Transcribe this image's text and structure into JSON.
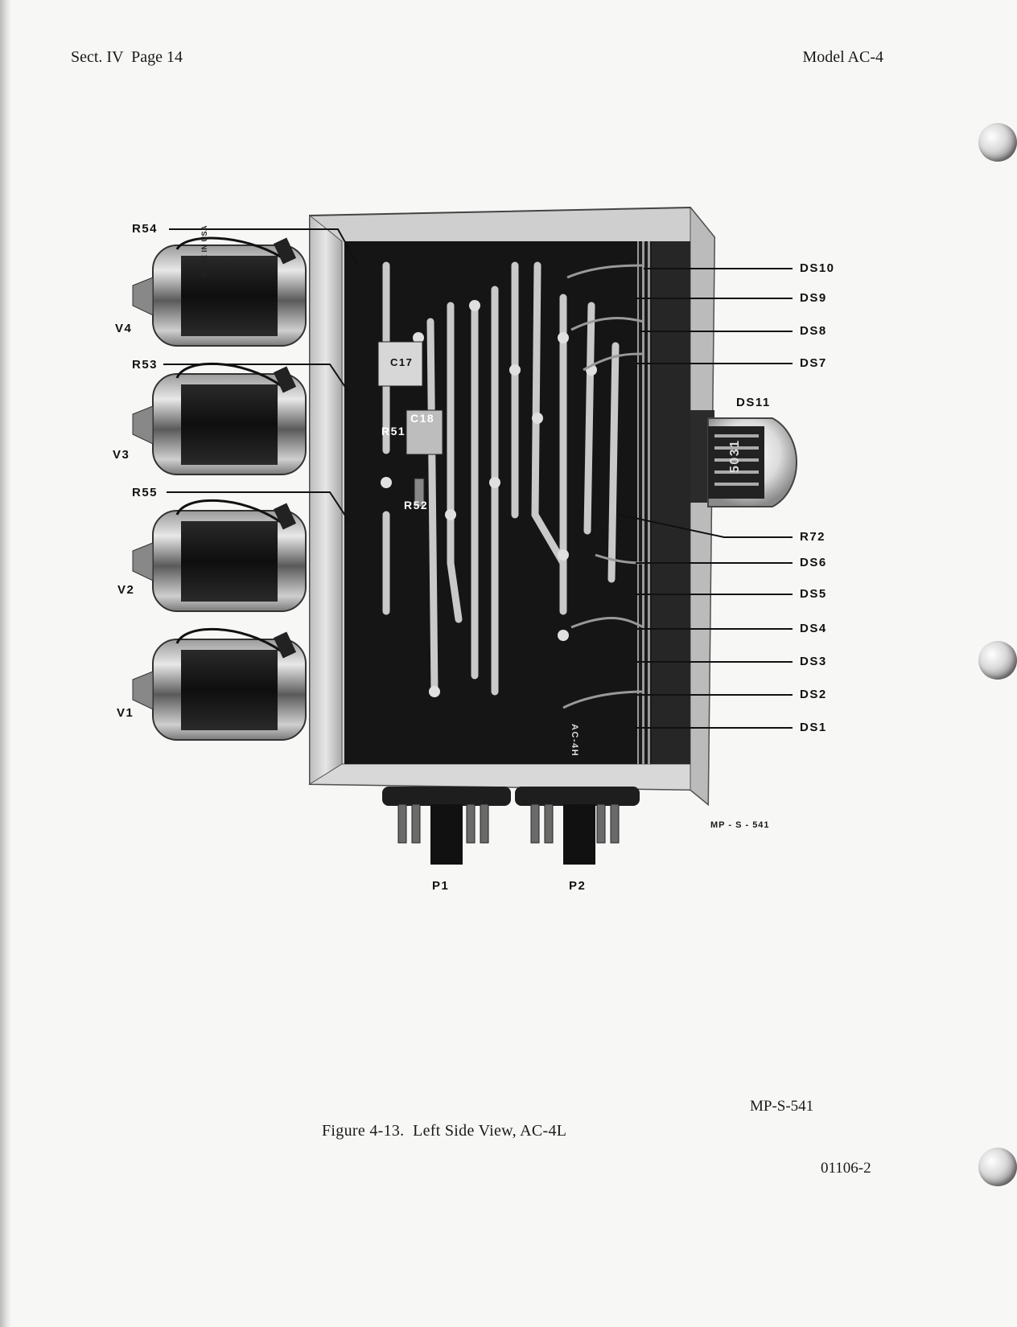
{
  "header": {
    "left": "Sect. IV  Page 14",
    "right": "Model AC-4"
  },
  "figure": {
    "caption": "Figure 4-13.  Left Side View, AC-4L",
    "photo_code_small": "MP - S - 541",
    "photo_code": "MP-S-541",
    "doc_number": "01106-2",
    "callouts_left": {
      "r54": "R54",
      "v4": "V4",
      "r53": "R53",
      "v3": "V3",
      "r55": "R55",
      "v2": "V2",
      "v1": "V1"
    },
    "callouts_right": {
      "ds10": "DS10",
      "ds9": "DS9",
      "ds8": "DS8",
      "ds7": "DS7",
      "ds11": "DS11",
      "r72": "R72",
      "ds6": "DS6",
      "ds5": "DS5",
      "ds4": "DS4",
      "ds3": "DS3",
      "ds2": "DS2",
      "ds1": "DS1"
    },
    "callouts_inner": {
      "c17": "C17",
      "c18": "C18",
      "r51": "R51",
      "r52": "R52"
    },
    "callouts_bottom": {
      "p1": "P1",
      "p2": "P2"
    },
    "tube_marking": "MADE IN USA",
    "indicator_marking": "5031",
    "board_marking": "AC-4H"
  }
}
